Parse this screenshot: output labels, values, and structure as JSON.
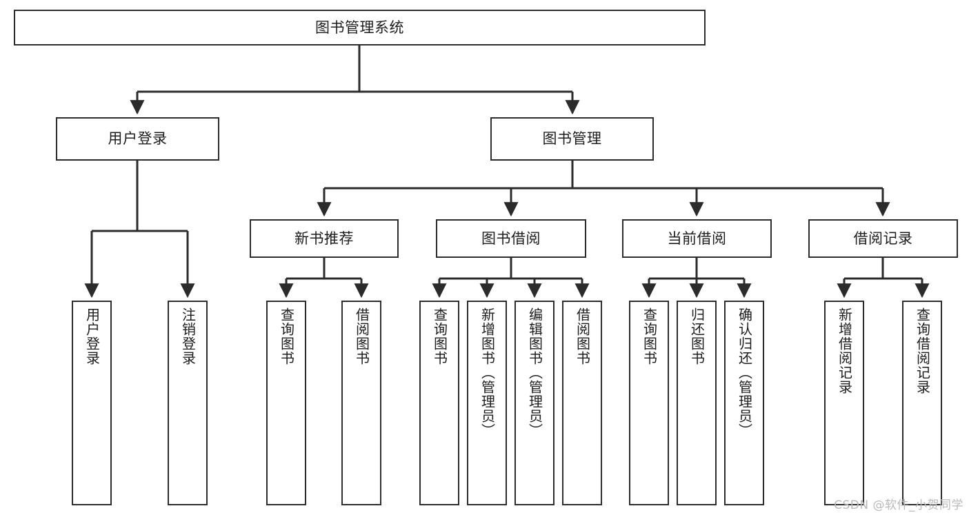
{
  "diagram": {
    "type": "tree-hierarchy",
    "title": "图书管理系统",
    "watermark": "CSDN @软件_小贺同学",
    "colors": {
      "box_border": "#2b2b2b",
      "box_fill": "#ffffff",
      "connector": "#2b2b2b",
      "text": "#1c1c1c",
      "watermark": "#b9b9b9",
      "background": "#ffffff"
    },
    "nodes": {
      "root": {
        "label": "图书管理系统"
      },
      "level2": [
        {
          "id": "user-login",
          "label": "用户登录"
        },
        {
          "id": "book-management",
          "label": "图书管理"
        }
      ],
      "level3": [
        {
          "id": "new-book-recommend",
          "label": "新书推荐"
        },
        {
          "id": "book-borrow",
          "label": "图书借阅"
        },
        {
          "id": "current-borrow",
          "label": "当前借阅"
        },
        {
          "id": "borrow-record",
          "label": "借阅记录"
        }
      ],
      "leaves": {
        "user_login": [
          {
            "id": "login",
            "label": "用户登录"
          },
          {
            "id": "logout",
            "label": "注销登录"
          }
        ],
        "new_book_recommend": [
          {
            "id": "query-book",
            "label": "查询图书"
          },
          {
            "id": "borrow-book",
            "label": "借阅图书"
          }
        ],
        "book_borrow": [
          {
            "id": "query-book",
            "label": "查询图书"
          },
          {
            "id": "add-book-admin",
            "label": "新增图书（管理员）"
          },
          {
            "id": "edit-book-admin",
            "label": "编辑图书（管理员）"
          },
          {
            "id": "borrow-book",
            "label": "借阅图书"
          }
        ],
        "current_borrow": [
          {
            "id": "query-book",
            "label": "查询图书"
          },
          {
            "id": "return-book",
            "label": "归还图书"
          },
          {
            "id": "confirm-return-admin",
            "label": "确认归还（管理员）"
          }
        ],
        "borrow_record": [
          {
            "id": "add-borrow-record",
            "label": "新增借阅记录"
          },
          {
            "id": "query-borrow-record",
            "label": "查询借阅记录"
          }
        ]
      }
    }
  }
}
